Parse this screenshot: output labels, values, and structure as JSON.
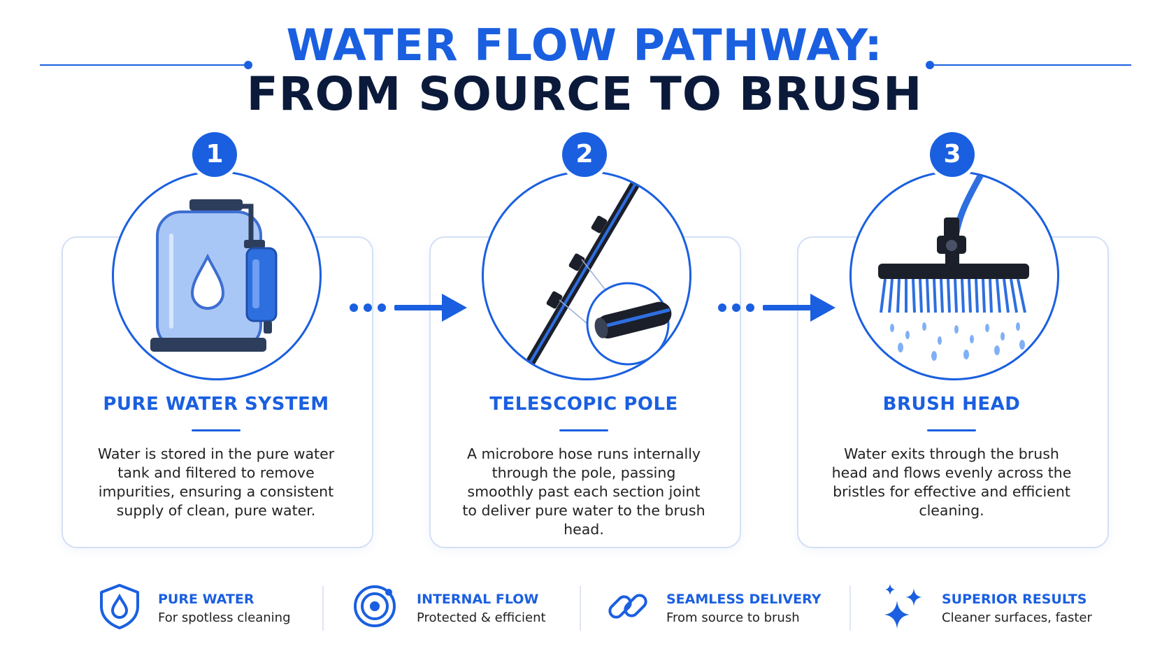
{
  "title": {
    "line1": "WATER FLOW PATHWAY:",
    "line2": "FROM SOURCE TO BRUSH"
  },
  "colors": {
    "accent": "#1a5fe0",
    "dark": "#0b1a3a",
    "card_border": "#d4e0f4"
  },
  "steps": [
    {
      "number": "1",
      "icon": "water-tank-icon",
      "title": "PURE WATER SYSTEM",
      "description": "Water is stored in the pure water tank and filtered to remove impurities, ensuring a consistent supply of clean, pure water."
    },
    {
      "number": "2",
      "icon": "telescopic-pole-icon",
      "title": "TELESCOPIC POLE",
      "description": "A microbore hose runs internally through the pole, passing smoothly past each section joint to deliver pure water to the brush head."
    },
    {
      "number": "3",
      "icon": "brush-head-icon",
      "title": "BRUSH HEAD",
      "description": "Water exits through the brush head and flows evenly across the bristles for effective and efficient cleaning."
    }
  ],
  "benefits": [
    {
      "icon": "shield-drop-icon",
      "title": "PURE WATER",
      "subtitle": "For spotless cleaning"
    },
    {
      "icon": "target-flow-icon",
      "title": "INTERNAL FLOW",
      "subtitle": "Protected & efficient"
    },
    {
      "icon": "link-icon",
      "title": "SEAMLESS DELIVERY",
      "subtitle": "From source to brush"
    },
    {
      "icon": "sparkle-icon",
      "title": "SUPERIOR RESULTS",
      "subtitle": "Cleaner surfaces, faster"
    }
  ]
}
